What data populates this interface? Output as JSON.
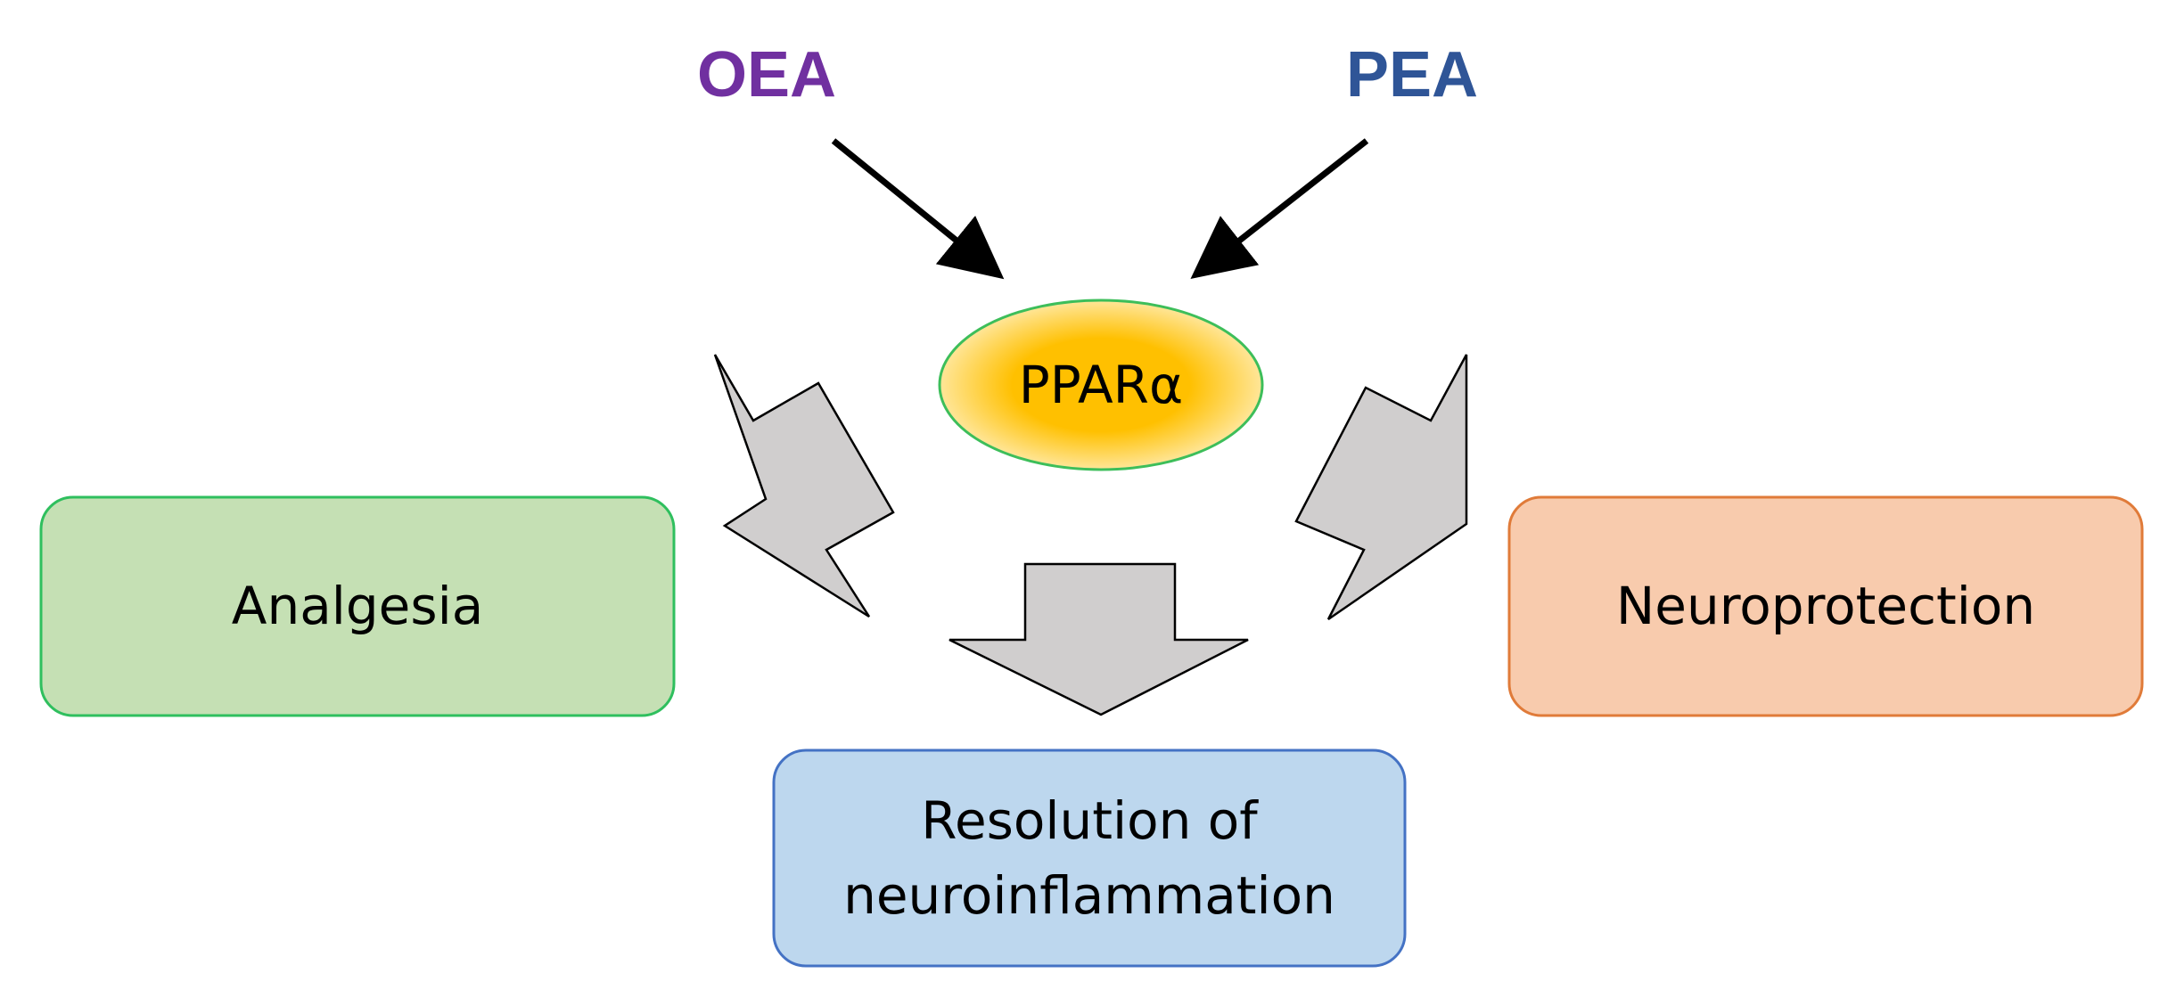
{
  "ligands": {
    "left": {
      "label": "OEA",
      "color": "#7030A0"
    },
    "right": {
      "label": "PEA",
      "color": "#2F5597"
    }
  },
  "receptor": {
    "label": "PPARα",
    "fill_center": "#FFC000",
    "fill_edge": "#FFE699",
    "stroke": "#3DBE5A"
  },
  "outcomes": {
    "analgesia": {
      "label": "Analgesia",
      "fill": "#C5E0B4",
      "stroke": "#2FBF5E"
    },
    "neuroprotection": {
      "label": "Neuroprotection",
      "fill": "#F8CBAD",
      "stroke": "#E07B39"
    },
    "resolution": {
      "label": "Resolution of\nneuroinflammation",
      "fill": "#BDD7EE",
      "stroke": "#4472C4"
    }
  },
  "block_arrows": {
    "fill": "#D0CECE",
    "stroke": "#000000"
  }
}
